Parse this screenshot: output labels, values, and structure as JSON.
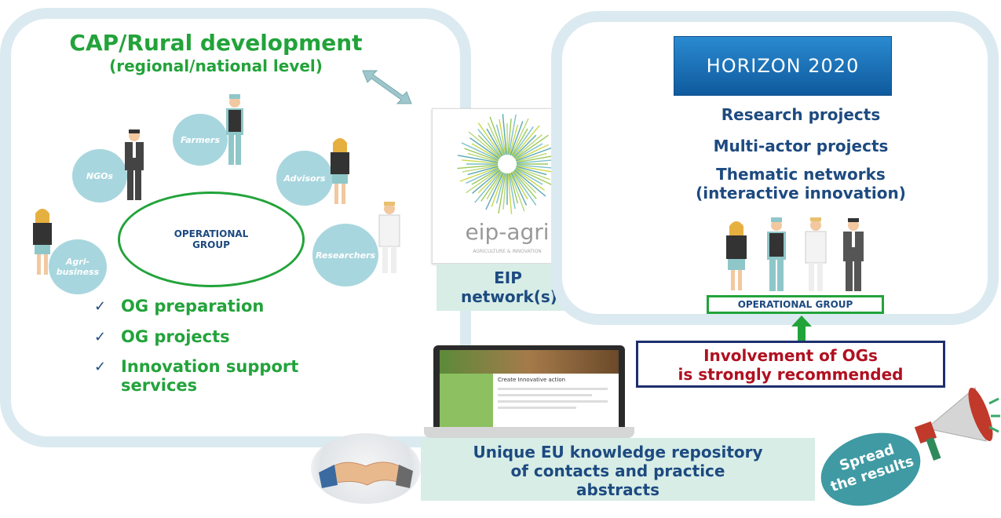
{
  "left_panel": {
    "title": "CAP/Rural development",
    "subtitle": "(regional/national level)",
    "actors": [
      "Farmers",
      "NGOs",
      "Advisors",
      "Agri-business",
      "Researchers"
    ],
    "operational_group": "OPERATIONAL GROUP",
    "checklist": [
      "OG preparation",
      "OG projects",
      "Innovation support services"
    ]
  },
  "center": {
    "logo_text": "eip-agri",
    "logo_subtext": "AGRICULTURE & INNOVATION",
    "network_label": "EIP network(s)"
  },
  "right_panel": {
    "banner": "HORIZON 2020",
    "items": [
      "Research projects",
      "Multi-actor projects",
      "Thematic networks",
      "(interactive innovation)"
    ],
    "operational_group": "OPERATIONAL GROUP"
  },
  "callout": {
    "line1": "Involvement of OGs",
    "line2": "is strongly recommended"
  },
  "laptop": {
    "screen_title": "Create Innovative action"
  },
  "repository": {
    "line1": "Unique EU knowledge repository",
    "line2": "of contacts and practice",
    "line3": "abstracts"
  },
  "spread": {
    "line1": "Spread",
    "line2": "the results"
  },
  "colors": {
    "green": "#22a33a",
    "navy": "#1d4a80",
    "dark_red": "#b01020",
    "panel_border": "#dbeaf0",
    "teal_light": "#d7ede6"
  }
}
